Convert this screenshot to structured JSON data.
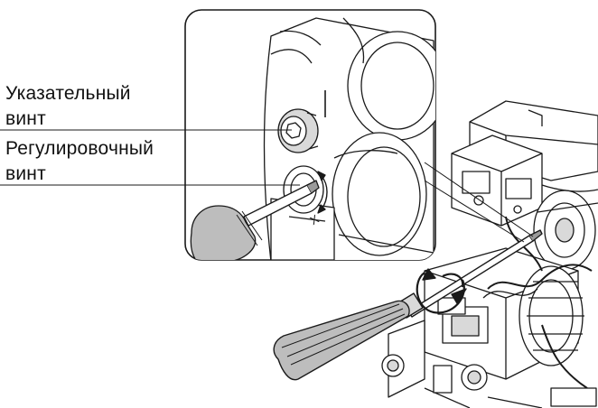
{
  "labels": {
    "indicator_screw": {
      "line1": "Указательный",
      "line2": "винт"
    },
    "adjusting_screw": {
      "line1": "Регулировочный",
      "line2": "винт"
    }
  },
  "markings": {
    "rotation_symbol": "X"
  },
  "colors": {
    "line": "#1a1a1a",
    "fill_light": "#ffffff",
    "fill_grey": "#d9d9d9",
    "fill_mid": "#bdbdbd",
    "fill_dark": "#9a9a9a"
  }
}
